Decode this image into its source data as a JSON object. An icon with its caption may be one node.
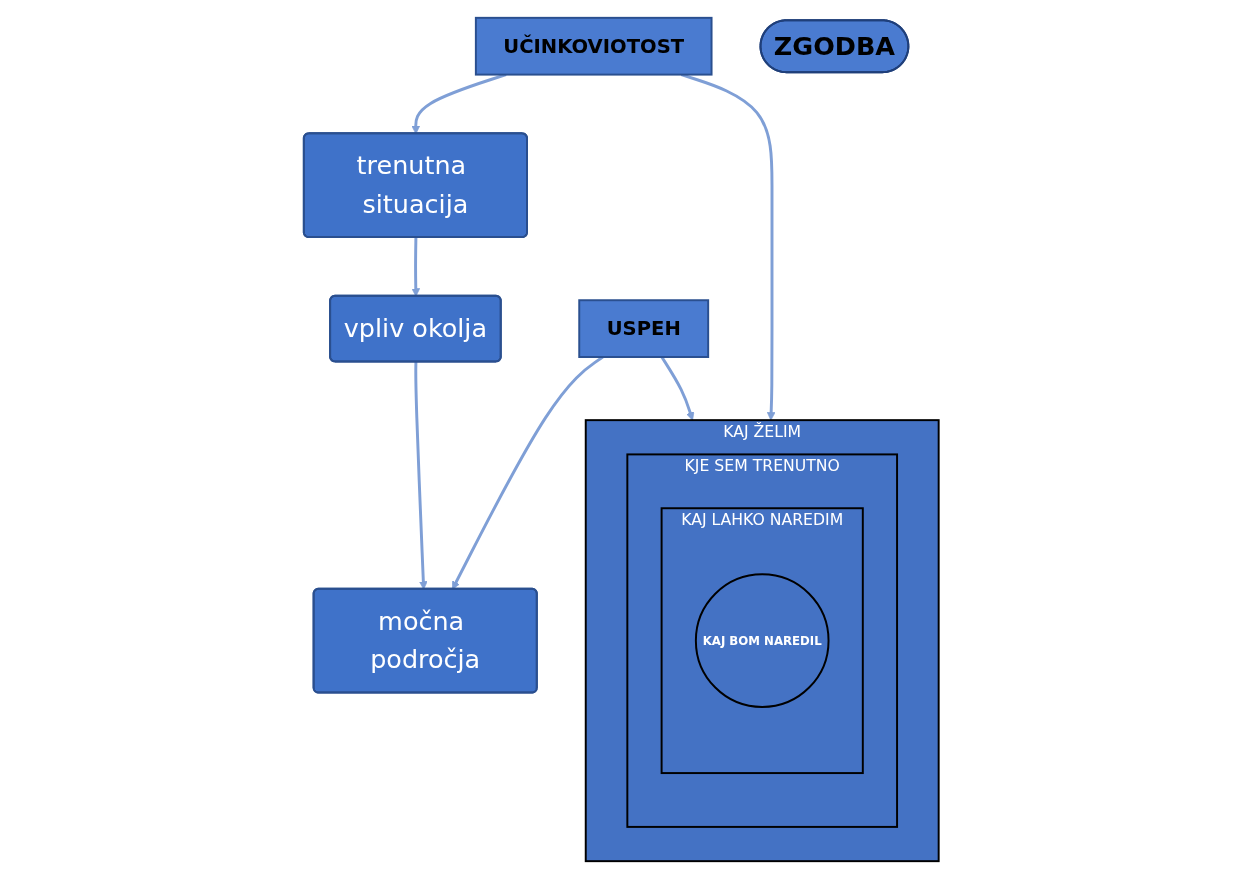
{
  "diagram": {
    "nodes": [
      {
        "text": [
          "trenutna situacija"
        ]
      },
      {
        "text": [
          "vpliv okolja"
        ]
      },
      {
        "text": [
          "močna področja"
        ]
      },
      {
        "text": [
          "UČINKOVIOTOST"
        ]
      },
      {
        "text": [
          "ZGODBA"
        ]
      },
      {
        "text": [
          "USPEH"
        ]
      },
      {
        "text": [
          "KAJ ŽELIM"
        ]
      },
      {
        "text": [
          "KJE SEM TRENUTNO"
        ],
        "in": 6
      },
      {
        "text": [
          "KAJ LAHKO NAREDIM"
        ],
        "in": 7
      },
      {
        "text": [
          "KAJ BOM NAREDIL"
        ],
        "in": 8
      }
    ],
    "edges": [
      {
        "from": 0,
        "to": 1,
        "arrow": "to"
      },
      {
        "from": 1,
        "to": 2,
        "arrow": "to"
      },
      {
        "from": 3,
        "to": 0,
        "arrow": "to"
      },
      {
        "from": 3,
        "to": 6,
        "arrow": "to"
      },
      {
        "from": 5,
        "to": 2,
        "arrow": "to"
      },
      {
        "from": 5,
        "to": 6,
        "arrow": "to"
      }
    ]
  }
}
